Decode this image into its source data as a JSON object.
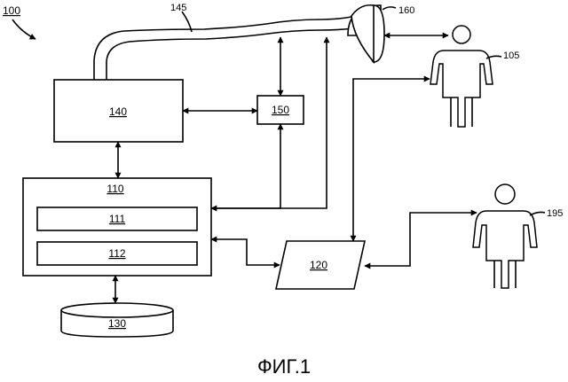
{
  "figure": {
    "ref_100": "100",
    "caption": "ФИГ.1"
  },
  "blocks": {
    "b140": "140",
    "b150": "150",
    "b110": "110",
    "b111": "111",
    "b112": "112",
    "b120": "120",
    "b130": "130"
  },
  "refs": {
    "r145": "145",
    "r160": "160",
    "r105": "105",
    "r195": "195"
  }
}
